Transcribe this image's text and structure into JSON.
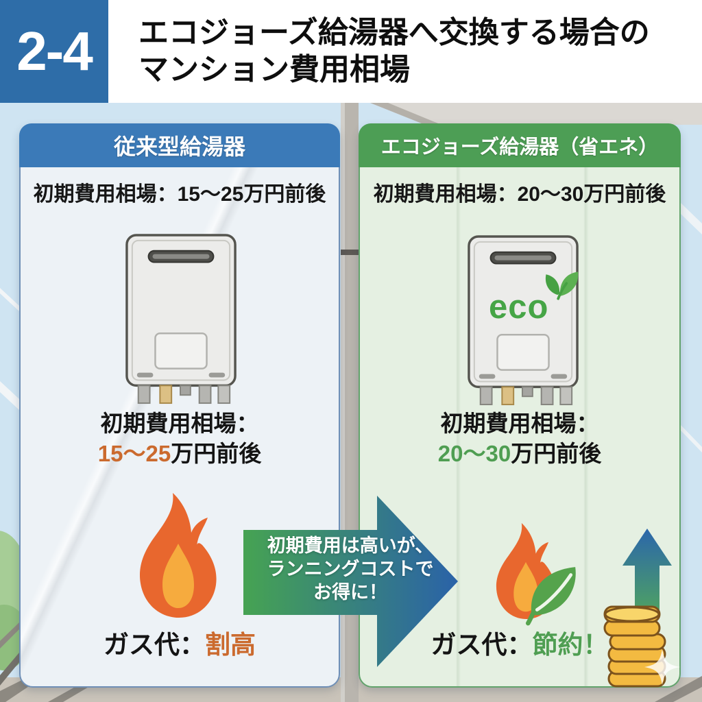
{
  "header": {
    "badge": "2-4",
    "title_lines": [
      "エコジョーズ給湯器へ交換する場合の",
      "マンション費用相場"
    ]
  },
  "left": {
    "title": "従来型給湯器",
    "cost_line": "初期費用相場：15〜25万円前後",
    "cost_label": "初期費用相場：",
    "cost_range": "15〜25",
    "cost_suffix": "万円前後",
    "gas_label": "ガス代：",
    "gas_value": "割高"
  },
  "right": {
    "title": "エコジョーズ給湯器（省エネ）",
    "cost_line": "初期費用相場：20〜30万円前後",
    "cost_label": "初期費用相場：",
    "cost_range": "20〜30",
    "cost_suffix": "万円前後",
    "gas_label": "ガス代：",
    "gas_value": "節約！",
    "eco_badge": "eco"
  },
  "arrow": {
    "lines": [
      "初期費用は高いが、",
      "ランニングコストで",
      "お得に！"
    ]
  },
  "colors": {
    "badge_blue": "#2e6da8",
    "header_blue": "#3b7ab8",
    "header_green": "#4d9e55",
    "highlight_orange": "#cb6a2e",
    "highlight_green": "#4f9e52",
    "flame_orange": "#e8672e",
    "flame_yellow": "#f6ab3e",
    "leaf_green": "#55a34c",
    "coin_gold": "#f3ba41",
    "arrow_gradient_green": "#46a352",
    "arrow_gradient_blue": "#2a62a8"
  }
}
